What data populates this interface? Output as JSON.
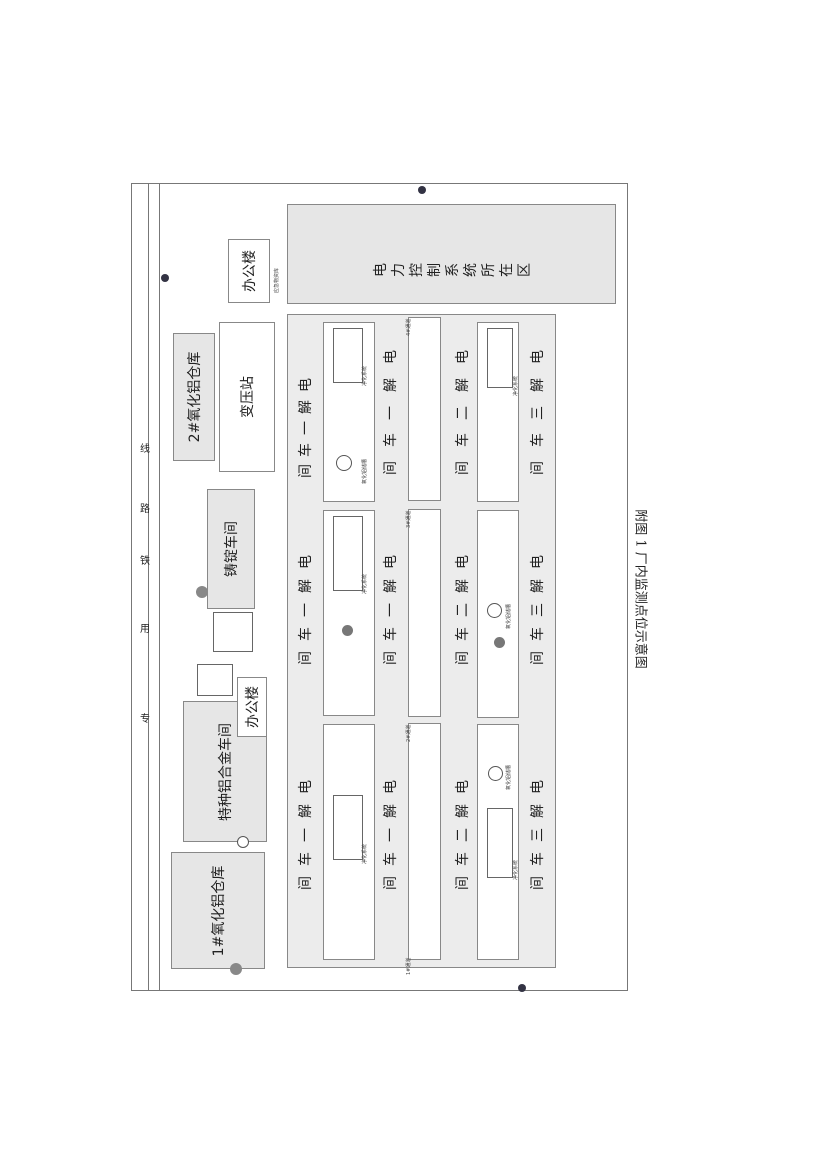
{
  "caption": "附图 1  厂内监测点位示意图",
  "railway": [
    "专",
    "用",
    "铁",
    "路",
    "线"
  ],
  "buildings": {
    "oxide_store_1": "1#氧化铝仓库",
    "special_alloy": "特种铝合金车间",
    "office_1": "办公楼",
    "casting": "铸锭车间",
    "oxide_store_2": "2#氧化铝仓库",
    "transformer": "变压站",
    "office_2": "办公楼",
    "power_control": [
      "电",
      "力",
      "控",
      "制",
      "系",
      "统",
      "所",
      "在",
      "区"
    ]
  },
  "workshops": {
    "one": [
      "电",
      "解",
      "一",
      "车",
      "间"
    ],
    "two": [
      "电",
      "解",
      "二",
      "车",
      "间"
    ],
    "three": [
      "电",
      "解",
      "三",
      "车",
      "间"
    ]
  },
  "corridors": [
    "1#通道",
    "2#通道",
    "3#通道",
    "4#通道"
  ],
  "small_labels": {
    "equip_a": "净化系统",
    "equip_b": "氧化铝储槽",
    "office_mark": "应急物资库"
  }
}
